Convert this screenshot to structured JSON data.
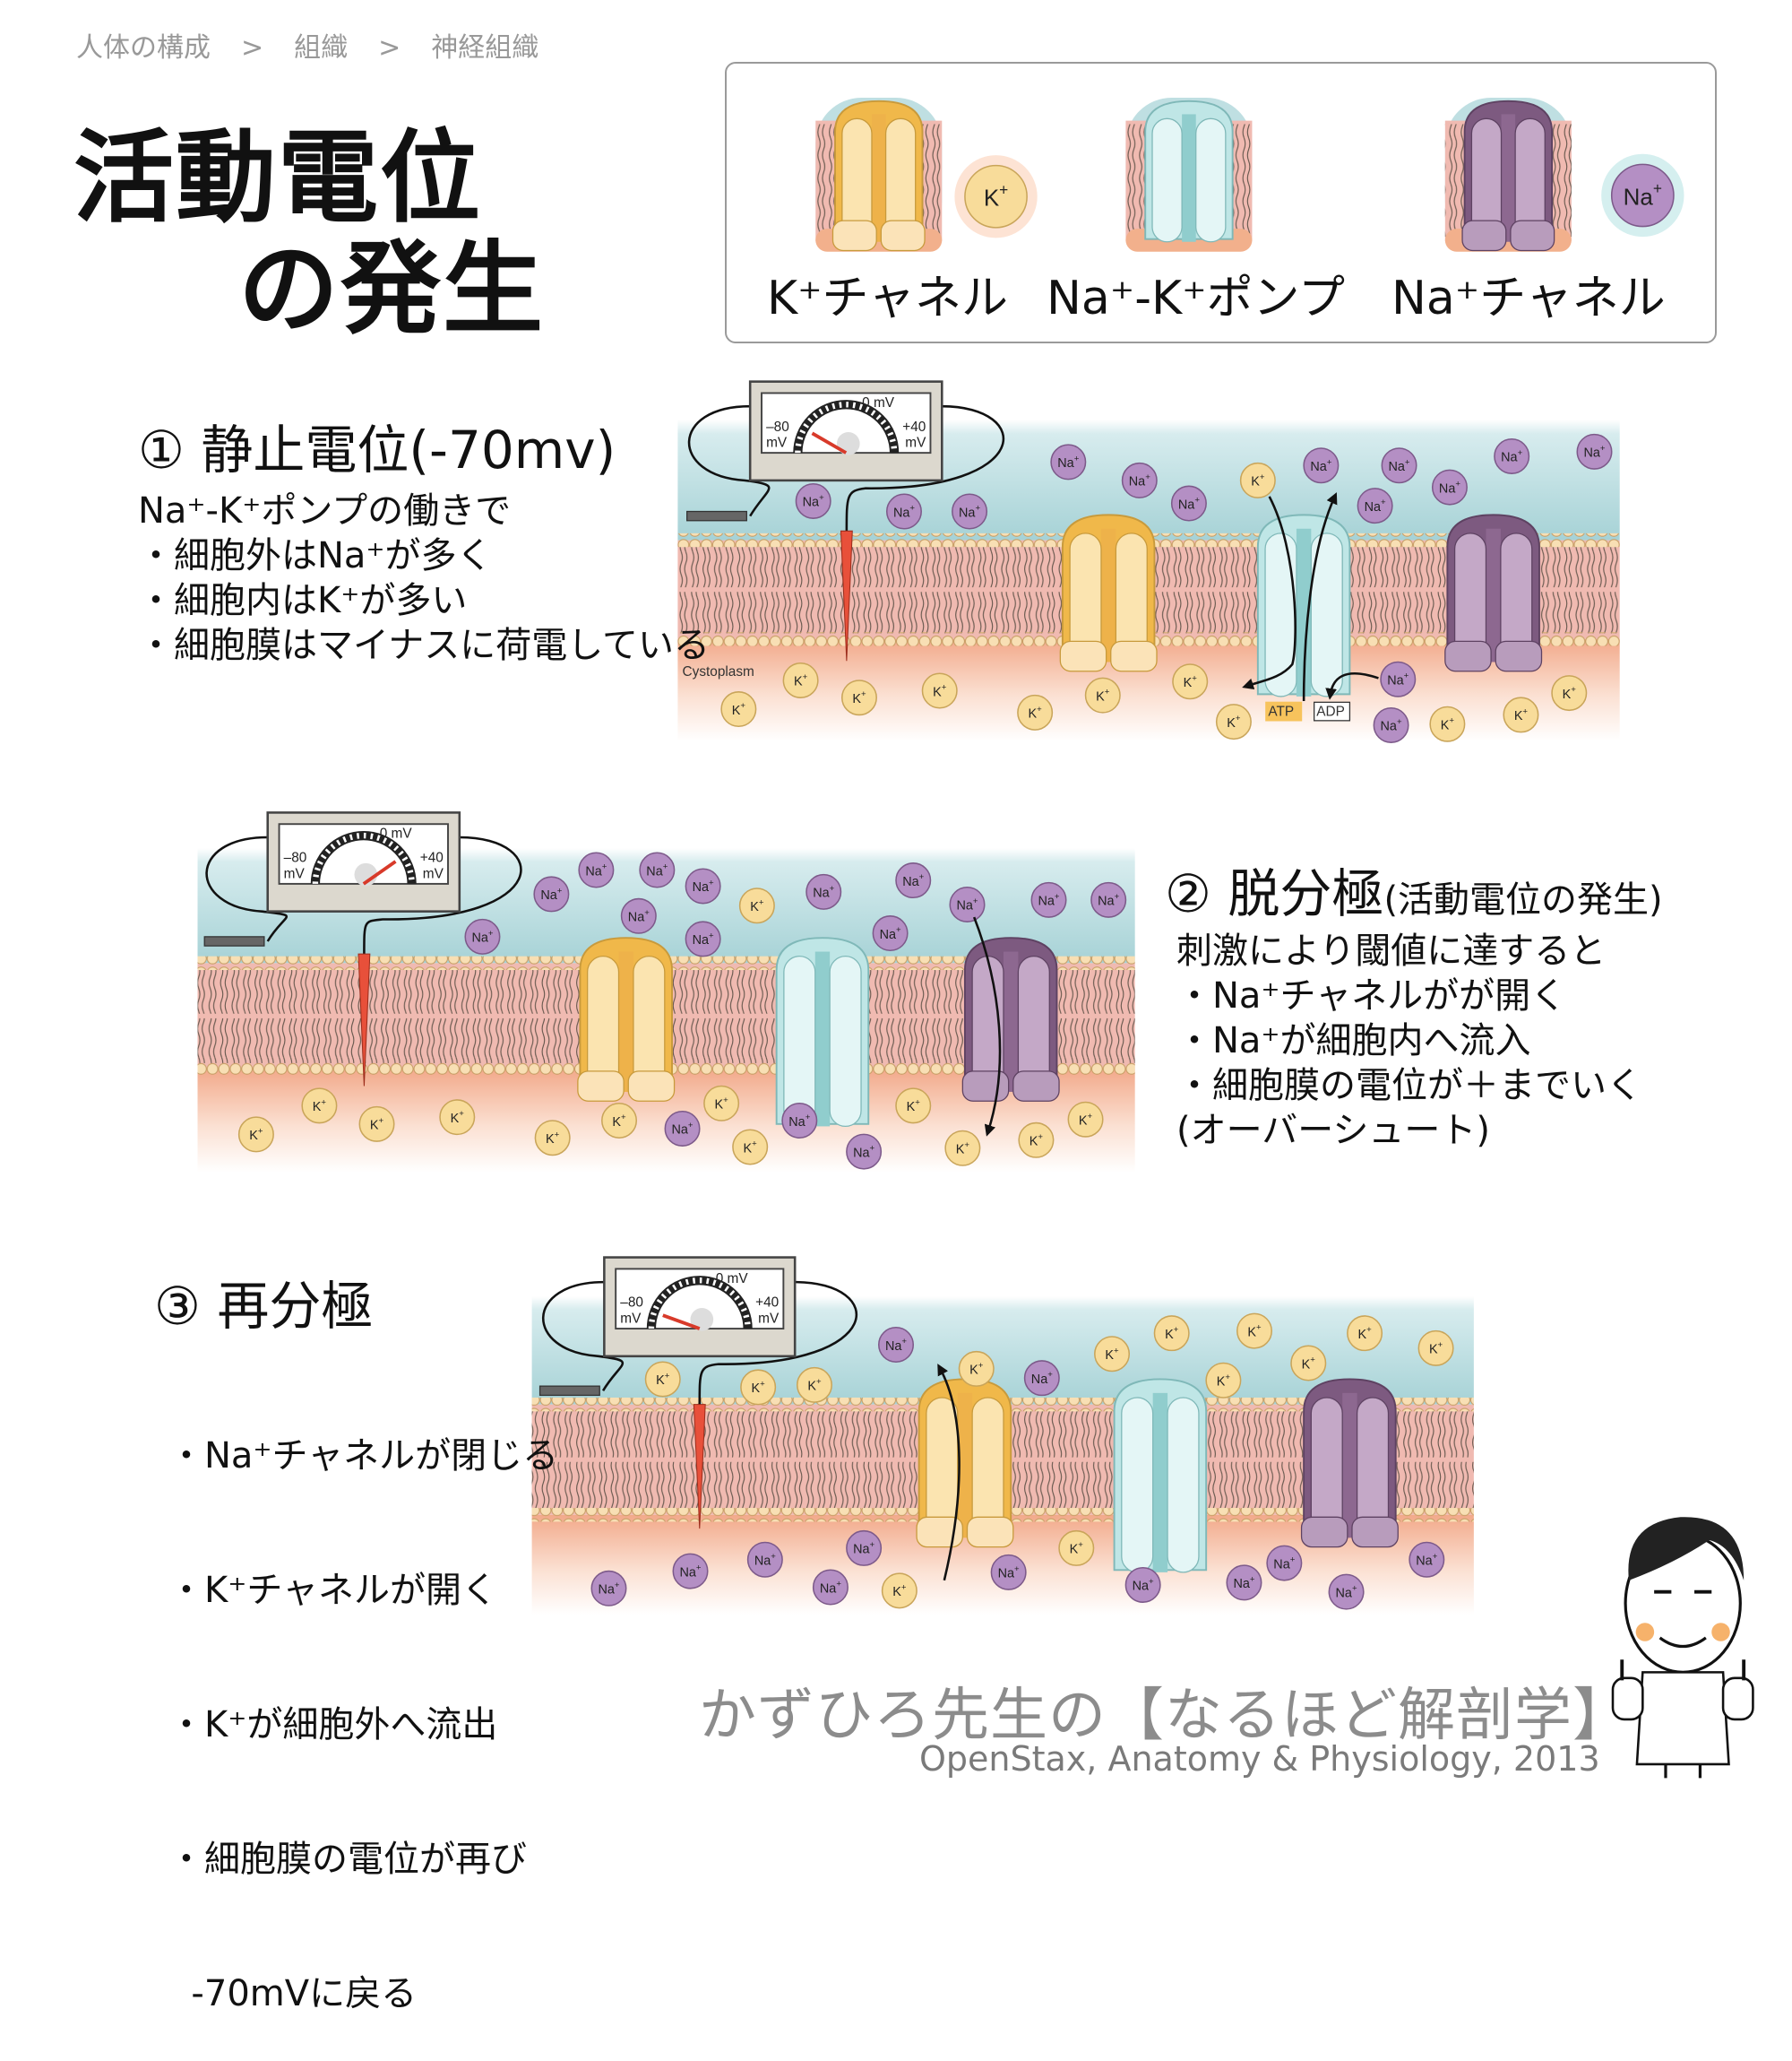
{
  "breadcrumb": [
    "人体の構成",
    "組織",
    "神経組織"
  ],
  "breadcrumb_separator": ">",
  "title": {
    "line1": "活動電位",
    "line2": "の発生"
  },
  "legend": {
    "items": [
      {
        "label": "K⁺チャネル",
        "ion": "K+"
      },
      {
        "label": "Na⁺-K⁺ポンプ"
      },
      {
        "label": "Na⁺チャネル",
        "ion": "Na+"
      }
    ]
  },
  "ions": {
    "na": "Na+",
    "k": "K+"
  },
  "meter": {
    "zero": "0 mV",
    "min": "–80",
    "max": "+40",
    "unit": "mV"
  },
  "sections": [
    {
      "heading": "① 静止電位(-70mv)",
      "lines": [
        "Na⁺-K⁺ポンプの働きで",
        "・細胞外はNa⁺が多く",
        "・細胞内はK⁺が多い",
        "・細胞膜はマイナスに荷電している"
      ],
      "cytoplasm_label": "Cystoplasm",
      "atp": "ATP",
      "adp": "ADP"
    },
    {
      "heading": "② 脱分極",
      "subheading": "(活動電位の発生)",
      "lines": [
        "刺激により閾値に達すると",
        "・Na⁺チャネルがが開く",
        "・Na⁺が細胞内へ流入",
        "・細胞膜の電位が＋までいく",
        "(オーバーシュート)"
      ]
    },
    {
      "heading": "③ 再分極",
      "lines": [
        "・Na⁺チャネルが閉じる",
        "・K⁺チャネルが開く",
        "・K⁺が細胞外へ流出",
        "・細胞膜の電位が再び",
        "  -70mVに戻る"
      ]
    }
  ],
  "footer": {
    "brand": "かずひろ先生の【なるほど解剖学】",
    "credit": "OpenStax, Anatomy & Physiology, 2013"
  },
  "colors": {
    "na": "#b48fc4",
    "k": "#f8dc9a",
    "k_channel": "#f0b84a",
    "pump": "#bfe6e6",
    "na_channel": "#7d5a80",
    "electrode": "#e8503a"
  }
}
